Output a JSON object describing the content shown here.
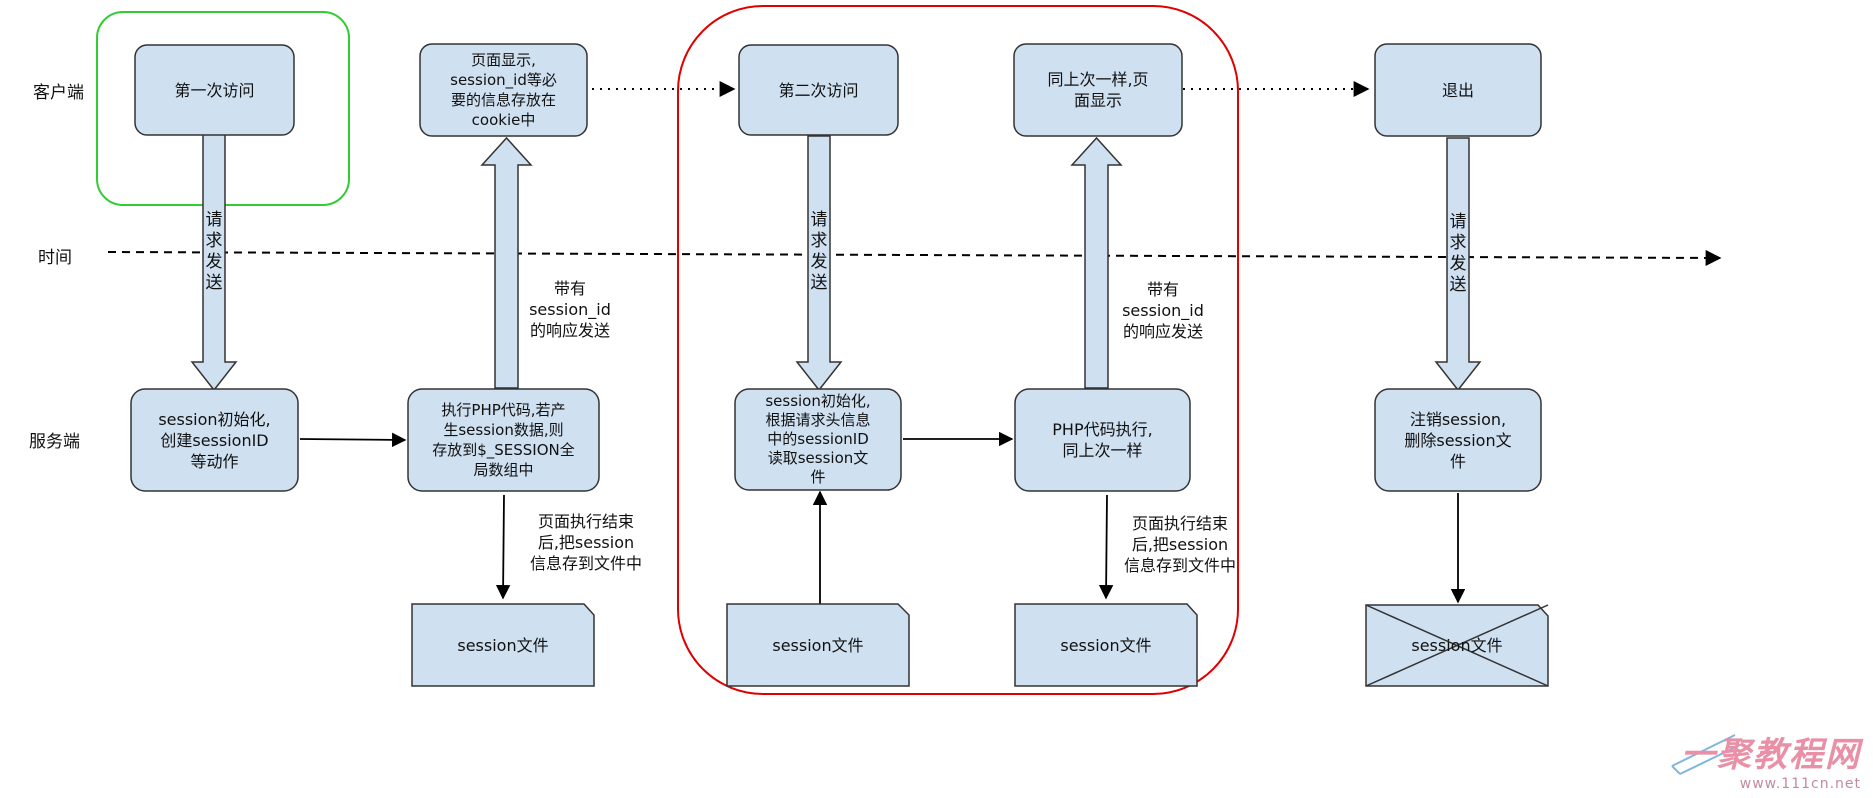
{
  "lanes": {
    "client": "客户端",
    "time": "时间",
    "server": "服务端"
  },
  "boxes": {
    "first_visit": "第一次访问",
    "page_display": [
      "页面显示,",
      "session_id等必",
      "要的信息存放在",
      "cookie中"
    ],
    "second_visit": "第二次访问",
    "same_display": [
      "同上次一样,页",
      "面显示"
    ],
    "logout": "退出",
    "session_init": [
      "session初始化,",
      "创建sessionID",
      "等动作"
    ],
    "exec_php": [
      "执行PHP代码,若产",
      "生session数据,则",
      "存放到$_SESSION全",
      "局数组中"
    ],
    "session_init_2": [
      "session初始化,",
      "根据请求头信息",
      "中的sessionID",
      "读取session文",
      "件"
    ],
    "php_exec_2": [
      "PHP代码执行,",
      "同上次一样"
    ],
    "destroy": [
      "注销session,",
      "删除session文",
      "件"
    ],
    "session_file_1": "session文件",
    "session_file_2": "session文件",
    "session_file_3": "session文件",
    "session_file_deleted": "session文件"
  },
  "labels": {
    "send_request": [
      "请",
      "求",
      "发",
      "送"
    ],
    "response_with_id": [
      "带有",
      "session_id",
      "的响应发送"
    ],
    "save_after": [
      "页面执行结束",
      "后,把session",
      "信息存到文件中"
    ]
  },
  "watermark": {
    "brand": "一聚教程网",
    "url": "www.111cn.net"
  },
  "colors": {
    "box_fill": "#cfe0f1",
    "border": "#333333",
    "first_highlight": "#33cc33",
    "second_highlight": "#e00000"
  }
}
